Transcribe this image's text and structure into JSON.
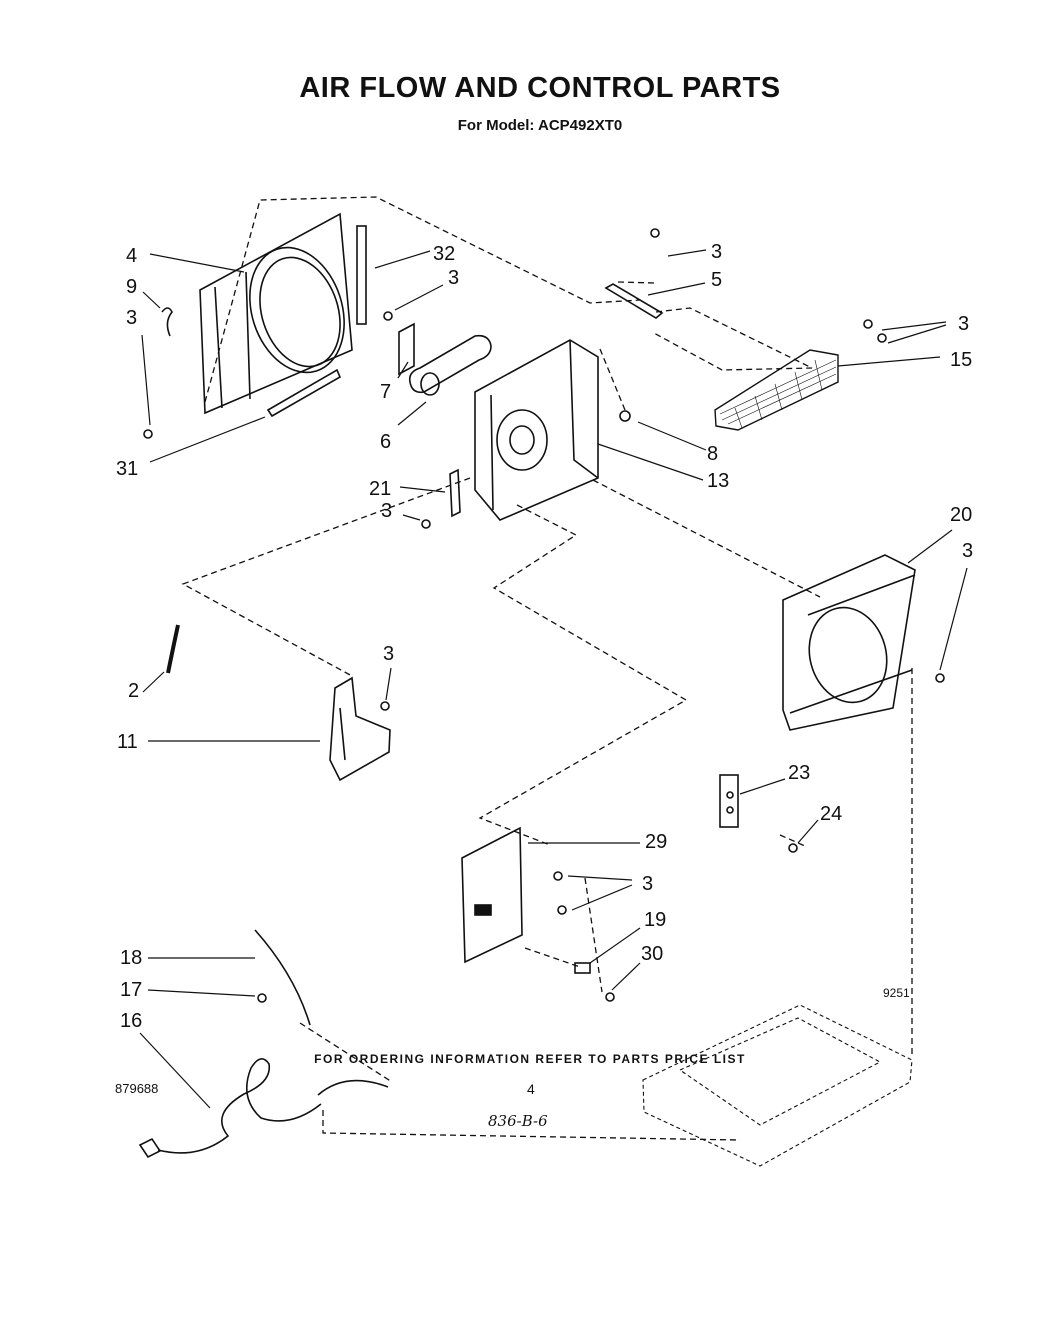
{
  "document": {
    "title": "AIR FLOW AND CONTROL PARTS",
    "subtitle": "For Model: ACP492XT0",
    "drawing_number": "9251",
    "footer_note": "FOR ORDERING INFORMATION REFER TO PARTS PRICE LIST",
    "document_number": "879688",
    "page_number": "4",
    "handwritten_note": "836-B-6"
  },
  "callouts": [
    "4",
    "32",
    "9",
    "3",
    "3",
    "7",
    "6",
    "31",
    "3",
    "5",
    "3",
    "15",
    "8",
    "13",
    "21",
    "3",
    "20",
    "3",
    "2",
    "3",
    "11",
    "23",
    "24",
    "29",
    "3",
    "19",
    "30",
    "18",
    "17",
    "16"
  ]
}
